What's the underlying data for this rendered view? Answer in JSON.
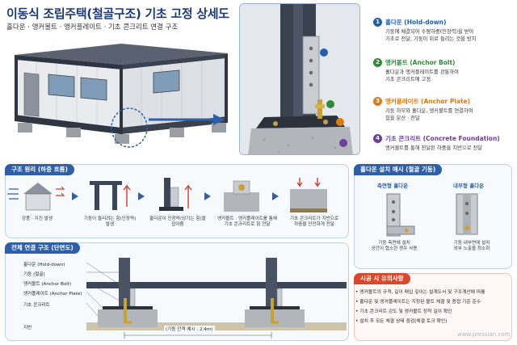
{
  "title": "이동식 조립주택(철골구조) 기초 고정 상세도",
  "subtitle": "홀다운 · 앵커볼트 · 앵커플레이트 · 기초 콘크리트 연결 구조",
  "callouts": [
    {
      "num": "1",
      "title": "홀다운 (Hold-down)",
      "lines": [
        "기둥에 체결되어 수평하중(인장력)을 받아",
        "기초로 전달, 기둥이 위로 들리는 것을 방지"
      ],
      "color": "#1f5fb0"
    },
    {
      "num": "2",
      "title": "앵커볼트 (Anchor Bolt)",
      "lines": [
        "홀다운과 앵커플레이트를 관통하여",
        "기초 콘크리트에 고정"
      ],
      "color": "#2e8b3a"
    },
    {
      "num": "3",
      "title": "앵커플레이트 (Anchor Plate)",
      "lines": [
        "기둥 하부와 홀다운, 앵커볼트를 연결하여",
        "힘을 분산 · 전달"
      ],
      "color": "#e07a12"
    },
    {
      "num": "4",
      "title": "기초 콘크리트 (Concrete Foundation)",
      "lines": [
        "앵커볼트를 통해 전달된 하중을 지반으로 전달"
      ],
      "color": "#6a3fa0"
    }
  ],
  "principle": {
    "title": "구조 원리 (하중 흐름)",
    "steps": [
      {
        "caption": [
          "강풍 · 지진 발생"
        ]
      },
      {
        "caption": [
          "기둥이 들리려는 힘(인장력)",
          "발생"
        ]
      },
      {
        "caption": [
          "홀다운이 인장력(당기는 힘)을",
          "잡아줌"
        ]
      },
      {
        "caption": [
          "앵커볼트 · 앵커플레이트를 통해",
          "기초 콘크리트로 힘 전달"
        ]
      },
      {
        "caption": [
          "기초 콘크리트가 지반으로",
          "하중을 안전하게 전달"
        ]
      }
    ]
  },
  "install": {
    "title": "홀다운 설치 예시 (철골 기둥)",
    "left": {
      "label": "측면형 홀다운",
      "caption": [
        "기둥 측면에 설치",
        "공간이 협소한 경우 사용"
      ]
    },
    "right": {
      "label": "내부형 홀다운",
      "caption": [
        "기둥 내부면에 설치",
        "외부 노출을 최소화"
      ]
    }
  },
  "section": {
    "title": "전체 연결 구조 (단면도)",
    "labels": [
      "홀다운 (Hold-down)",
      "기둥 (철골)",
      "앵커볼트 (Anchor Bolt)",
      "앵커플레이트 (Anchor Plate)",
      "기초 콘크리트",
      "지반"
    ],
    "spacing": "(기둥 간격 예시 : 2.4m)"
  },
  "notes": {
    "title": "시공 시 유의사항",
    "items": [
      "앵커볼트의 규격, 길이 매입 깊이는 설계도서 및 구조계산에 따름",
      "홀다운 및 앵커플레이트는 지정된 볼트 체결 및 용접 기준 준수",
      "기초 콘크리트 강도 및 앵커볼트 정착 길이 확인",
      "설치 후 모든 체결 상태 점검(체결 토크 확인)"
    ]
  },
  "watermark": "www.pressian.com",
  "colors": {
    "primary": "#2f5fa8",
    "accent": "#e8702a",
    "steel": "#3c4656"
  }
}
